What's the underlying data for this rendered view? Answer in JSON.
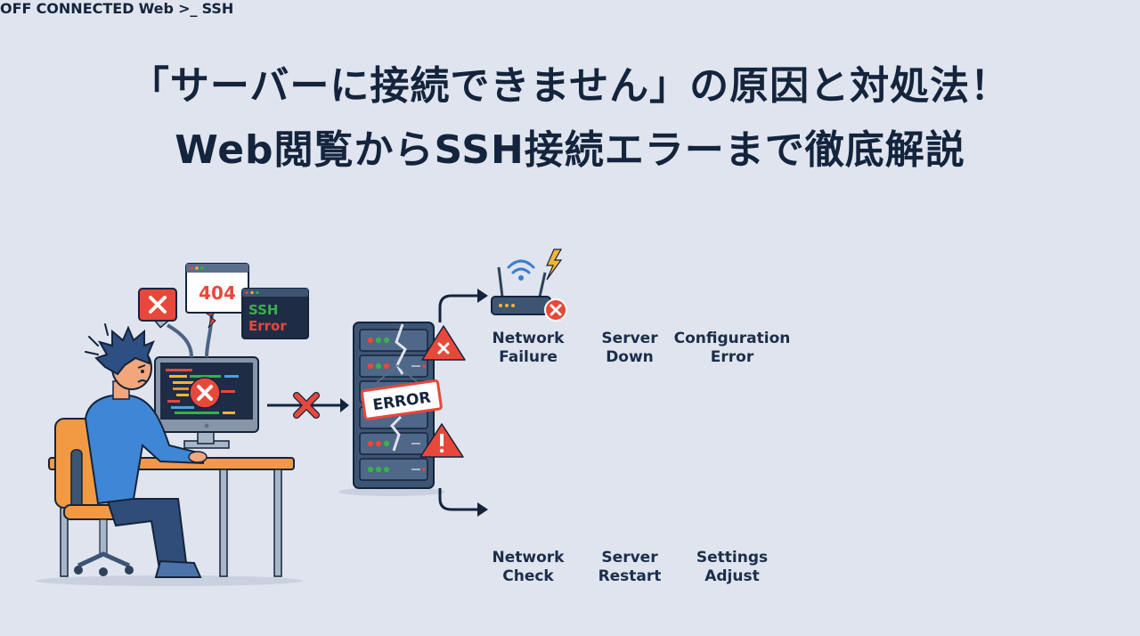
{
  "title": {
    "line1": "「サーバーに接続できません」の原因と対処法！",
    "line2": "Web閲覧からSSH接続エラーまで徹底解説"
  },
  "user_frustrated": {
    "browser_error_code": "404",
    "terminal_error_line1": "SSH",
    "terminal_error_line2": "Error"
  },
  "broken_server": {
    "sign_text": "ERROR"
  },
  "causes": [
    {
      "id": "network-failure",
      "line1": "Network",
      "line2": "Failure",
      "icon": "router-wifi-lightning-icon",
      "status": "error"
    },
    {
      "id": "server-down",
      "line1": "Server",
      "line2": "Down",
      "icon": "power-off-switch-icon",
      "badge_text": "OFF",
      "status": "error"
    },
    {
      "id": "configuration-error",
      "line1": "Configuration",
      "line2": "Error",
      "icon": "gear-key-icon",
      "status": "warning"
    }
  ],
  "solutions": [
    {
      "id": "network-check",
      "line1": "Network",
      "line2": "Check",
      "icon": "router-cable-check-icon",
      "status": "ok"
    },
    {
      "id": "server-restart",
      "line1": "Server",
      "line2": "Restart",
      "icon": "power-button-icon",
      "status": "ok"
    },
    {
      "id": "settings-adjust",
      "line1": "Settings",
      "line2": "Adjust",
      "icon": "wrench-gears-key-icon",
      "status": "ok"
    }
  ],
  "user_happy": {
    "connected_badge": "CONNECTED",
    "web_label": "Web",
    "ssh_label": "SSH",
    "terminal_prompt": ">_"
  },
  "colors": {
    "background": "#dfe4ee",
    "navy": "#14243d",
    "server": "#3d5573",
    "error_red": "#e8483a",
    "success_green": "#3aae4f",
    "accent_orange": "#ef8f2c",
    "shirt_blue": "#3f86d6",
    "key_yellow": "#f4b533"
  }
}
